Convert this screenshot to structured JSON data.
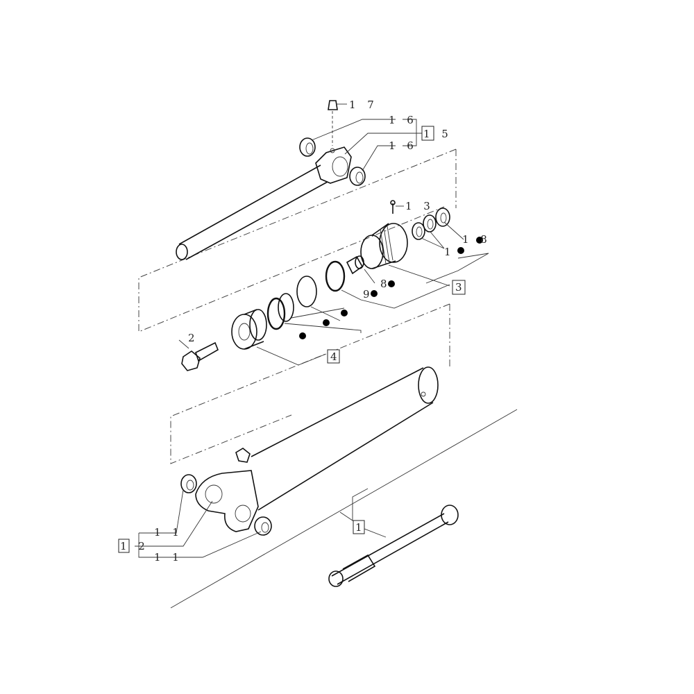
{
  "diagram": {
    "type": "exploded parts diagram",
    "callouts": [
      {
        "label": "1 7",
        "boxed": false
      },
      {
        "label": "1 6",
        "boxed": false
      },
      {
        "label": "1 5",
        "boxed": true
      },
      {
        "label": "1 6",
        "boxed": false
      },
      {
        "label": "1 3",
        "boxed": false
      },
      {
        "label": "1",
        "boxed": false
      },
      {
        "label": "1 8",
        "boxed": false
      },
      {
        "label": "8",
        "boxed": false
      },
      {
        "label": "9",
        "boxed": false
      },
      {
        "label": "3",
        "boxed": true
      },
      {
        "label": "4",
        "boxed": true
      },
      {
        "label": "2",
        "boxed": false
      },
      {
        "label": "1 1",
        "boxed": false
      },
      {
        "label": "1 2",
        "boxed": true
      },
      {
        "label": "1 1",
        "boxed": false
      },
      {
        "label": "1",
        "boxed": true
      }
    ],
    "colors": {
      "line": "#111111",
      "background": "#ffffff"
    }
  }
}
